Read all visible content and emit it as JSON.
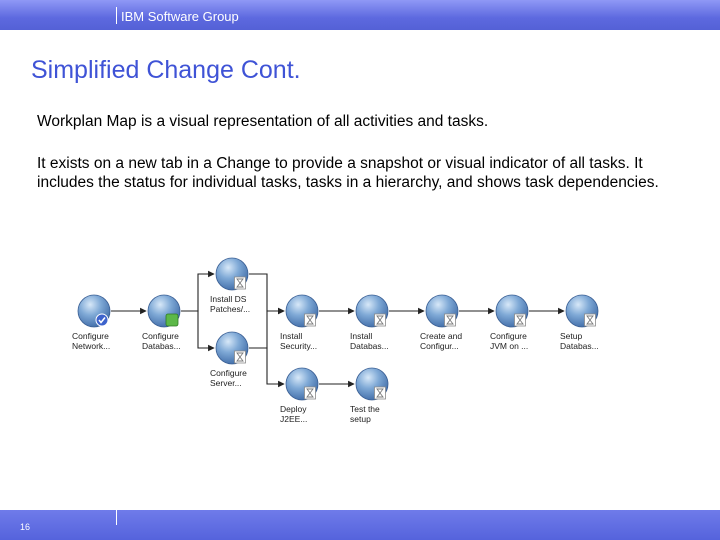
{
  "header": {
    "group_label": "IBM Software Group"
  },
  "slide": {
    "title": "Simplified Change Cont.",
    "paragraphs": [
      "Workplan Map is a visual representation of all activities and tasks.",
      "It exists on a new tab in a Change to provide a snapshot or visual indicator of all tasks.  It includes the status for individual tasks, tasks in a hierarchy, and shows task dependencies."
    ]
  },
  "workplan": {
    "nodes": [
      {
        "id": "n1",
        "line1": "Configure",
        "line2": "Network...",
        "status": "completed-check"
      },
      {
        "id": "n2",
        "line1": "Configure",
        "line2": "Databas...",
        "status": "in-progress"
      },
      {
        "id": "n3",
        "line1": "Install DS",
        "line2": "Patches/...",
        "status": "waiting"
      },
      {
        "id": "n4",
        "line1": "Configure",
        "line2": "Server...",
        "status": "waiting"
      },
      {
        "id": "n5",
        "line1": "Install",
        "line2": "Security...",
        "status": "waiting"
      },
      {
        "id": "n6",
        "line1": "Install",
        "line2": "Databas...",
        "status": "waiting"
      },
      {
        "id": "n7",
        "line1": "Create and",
        "line2": "Configur...",
        "status": "waiting"
      },
      {
        "id": "n8",
        "line1": "Configure",
        "line2": "JVM on ...",
        "status": "waiting"
      },
      {
        "id": "n9",
        "line1": "Setup",
        "line2": "Databas...",
        "status": "waiting"
      },
      {
        "id": "n10",
        "line1": "Deploy",
        "line2": "J2EE...",
        "status": "waiting"
      },
      {
        "id": "n11",
        "line1": "Test the",
        "line2": "setup",
        "status": "waiting"
      }
    ],
    "edges": [
      [
        "n1",
        "n2"
      ],
      [
        "n2",
        "n3"
      ],
      [
        "n2",
        "n4"
      ],
      [
        "n3",
        "n5"
      ],
      [
        "n4",
        "n5"
      ],
      [
        "n5",
        "n6"
      ],
      [
        "n6",
        "n7"
      ],
      [
        "n7",
        "n8"
      ],
      [
        "n8",
        "n9"
      ],
      [
        "n4",
        "n10"
      ],
      [
        "n10",
        "n11"
      ]
    ]
  },
  "footer": {
    "page_number": "16"
  },
  "colors": {
    "bar": "#5d69df",
    "title": "#3f53d6",
    "node_fill": "#5f93c6",
    "check_badge": "#3d63cc",
    "progress_badge": "#5cb848"
  }
}
